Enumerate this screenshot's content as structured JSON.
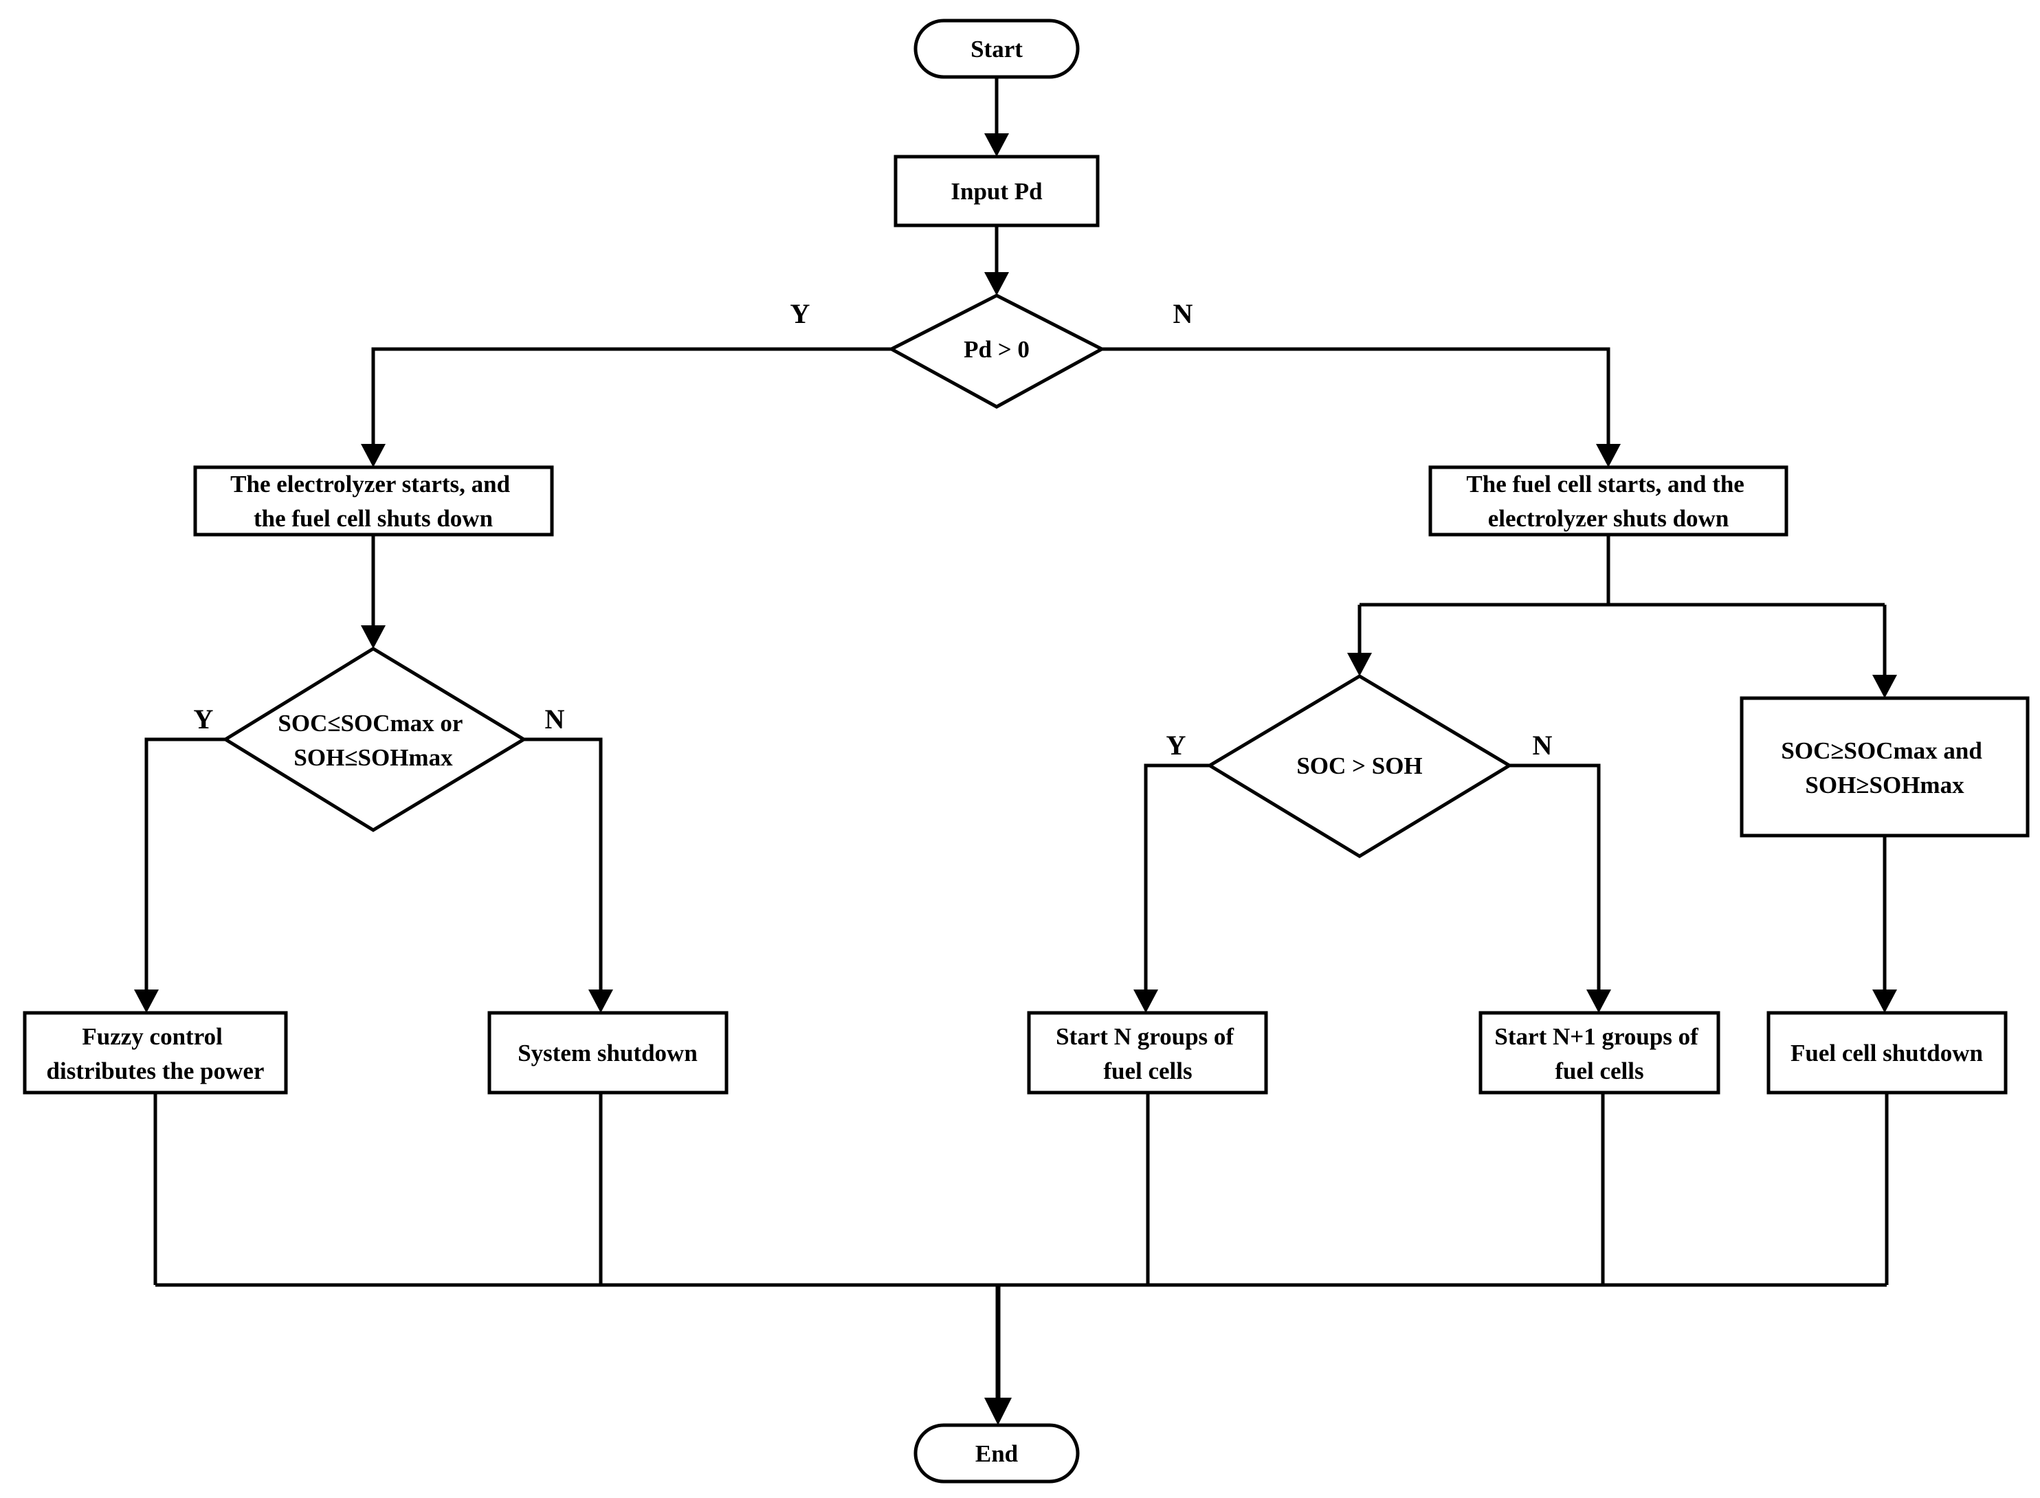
{
  "nodes": {
    "start": {
      "text": [
        "Start"
      ]
    },
    "input": {
      "text": [
        "Input Pd"
      ]
    },
    "decision_pd": {
      "text": [
        "Pd > 0"
      ]
    },
    "electrolyzer_start": {
      "text": [
        "The electrolyzer starts, and",
        "the fuel cell shuts down"
      ]
    },
    "fuelcell_start": {
      "text": [
        "The fuel cell starts, and the",
        "electrolyzer shuts down"
      ]
    },
    "decision_soc_max": {
      "text": [
        "SOC≤SOCmax or",
        "SOH≤SOHmax"
      ]
    },
    "decision_soc_soh": {
      "text": [
        "SOC > SOH"
      ]
    },
    "condition_soc_max": {
      "text": [
        "SOC≥SOCmax and",
        "SOH≥SOHmax"
      ]
    },
    "fuzzy_control": {
      "text": [
        "Fuzzy control",
        "distributes the power"
      ]
    },
    "system_shutdown": {
      "text": [
        "System shutdown"
      ]
    },
    "start_n": {
      "text": [
        "Start N groups of",
        "fuel cells"
      ]
    },
    "start_n1": {
      "text": [
        "Start N+1 groups of",
        "fuel cells"
      ]
    },
    "fuelcell_shutdown": {
      "text": [
        "Fuel cell shutdown"
      ]
    },
    "end": {
      "text": [
        "End"
      ]
    }
  },
  "branch_labels": {
    "pd_yes": "Y",
    "pd_no": "N",
    "socmax_yes": "Y",
    "socmax_no": "N",
    "socsoh_yes": "Y",
    "socsoh_no": "N"
  },
  "colors": {
    "stroke": "#000000",
    "fill": "#ffffff",
    "text": "#000000"
  }
}
